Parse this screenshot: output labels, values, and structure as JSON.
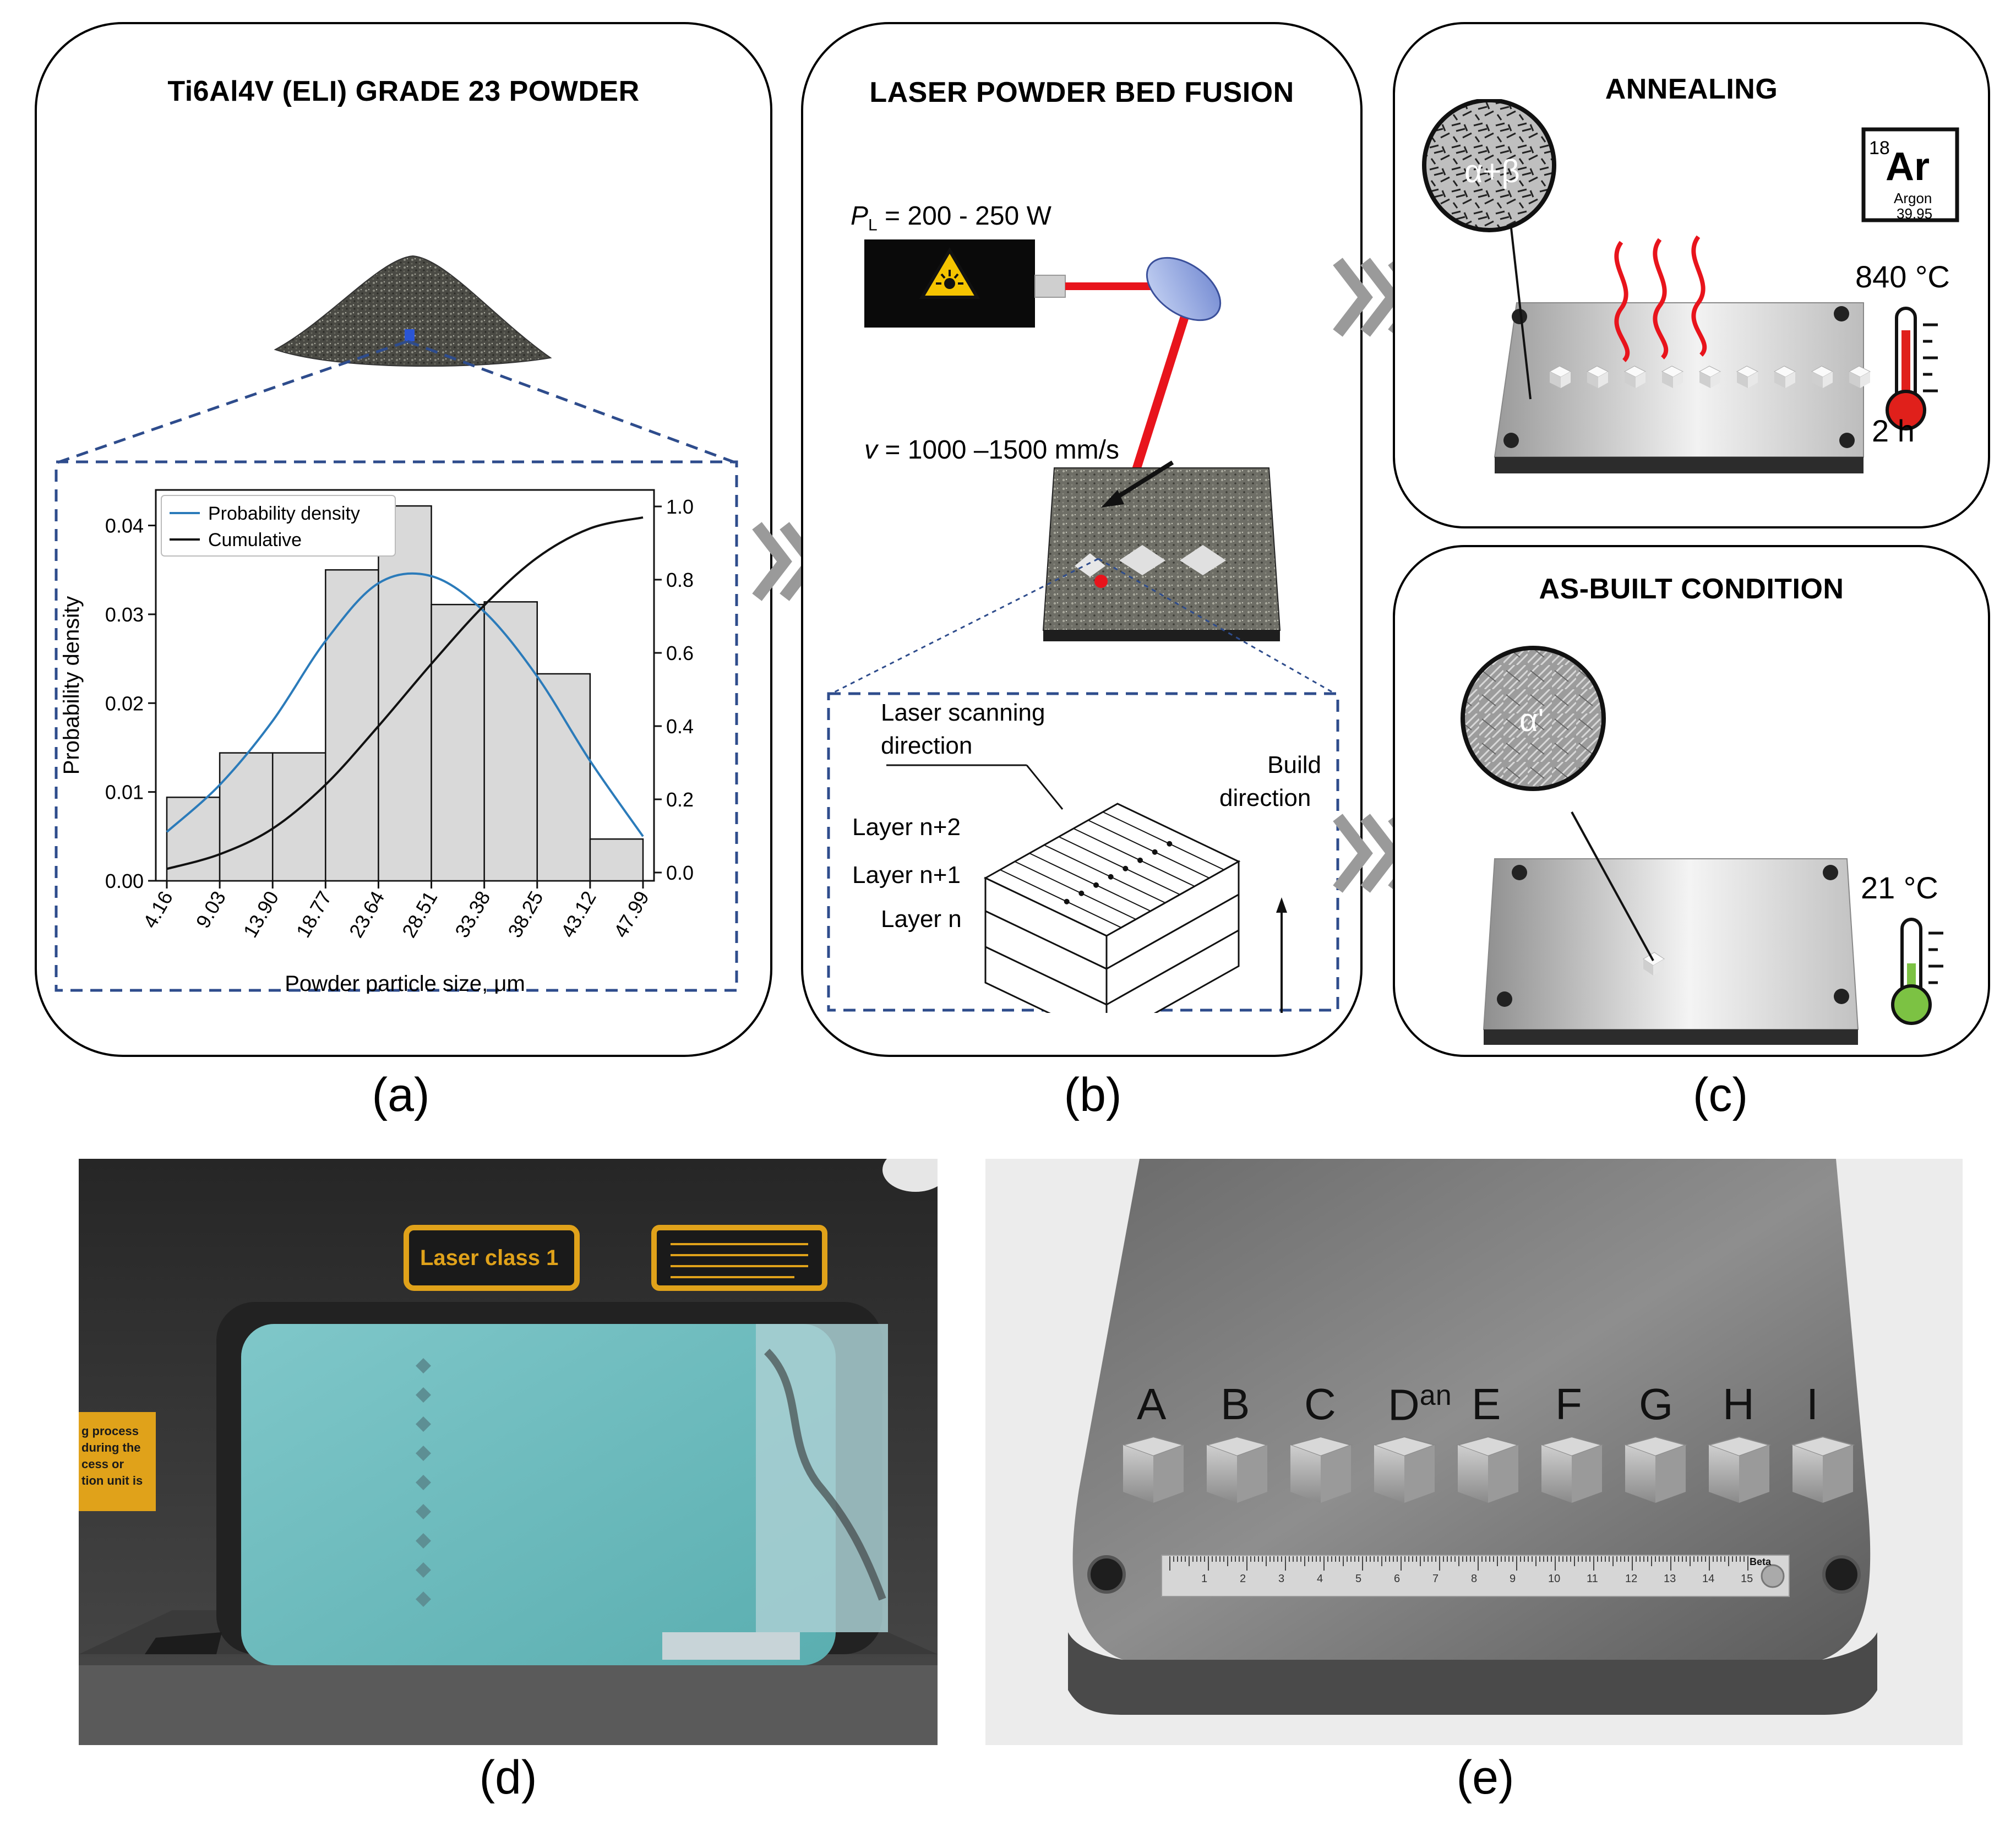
{
  "panel_a": {
    "title": "Ti6Al4V (ELI) GRADE 23 POWDER",
    "label": "(a)"
  },
  "panel_b": {
    "title": "LASER POWDER BED FUSION",
    "label": "(b)",
    "power_symbol": "P",
    "power_subscript": "L",
    "power_text": " = 200 - 250 W",
    "speed_symbol": "v",
    "speed_text": " = 1000 –1500 mm/s",
    "scan_label_line1": "Laser scanning",
    "scan_label_line2": "direction",
    "build_label_line1": "Build",
    "build_label_line2": "direction",
    "layer_top": "Layer n+2",
    "layer_mid": "Layer n+1",
    "layer_bottom": "Layer n"
  },
  "panel_c": {
    "label": "(c)",
    "annealing": {
      "title": "ANNEALING",
      "phase": "α+β",
      "element_number": "18",
      "element_symbol": "Ar",
      "element_name": "Argon",
      "element_mass": "39.95",
      "temperature": "840 °C",
      "duration": "2 h"
    },
    "as_built": {
      "title": "AS-BUILT CONDITION",
      "phase": "α'",
      "temperature": "21 °C"
    }
  },
  "panel_d": {
    "label": "(d)",
    "sign_text": "Laser class 1",
    "side_label_text": [
      "g process",
      "during the",
      "cess or",
      "tion unit is"
    ]
  },
  "panel_e": {
    "label": "(e)",
    "specimens": [
      "A",
      "B",
      "C",
      "D",
      "E",
      "F",
      "G",
      "H",
      "I"
    ],
    "specimen_D_superscript": "an",
    "ruler_numbers": [
      "1",
      "2",
      "3",
      "4",
      "5",
      "6",
      "7",
      "8",
      "9",
      "10",
      "11",
      "12",
      "13",
      "14",
      "15"
    ],
    "ruler_brand": "Beta"
  },
  "colors": {
    "dashed_box": "#2e4c8c",
    "laser_red": "#e8141c",
    "pdf_line": "#2b7bba",
    "hist_fill": "#d9d9d9",
    "chevron_grey": "#9a9a9a",
    "thermo_red": "#e0201b",
    "thermo_green": "#7cc243"
  },
  "chart_data": {
    "type": "bar",
    "categories": [
      "4.16",
      "9.03",
      "13.90",
      "18.77",
      "23.64",
      "28.51",
      "33.38",
      "38.25",
      "43.12",
      "47.99"
    ],
    "bin_edges": [
      4.16,
      9.03,
      13.9,
      18.77,
      23.64,
      28.51,
      33.38,
      38.25,
      43.12,
      47.99
    ],
    "values": [
      0.0094,
      0.0144,
      0.0144,
      0.035,
      0.0422,
      0.0311,
      0.0314,
      0.0233,
      0.0047
    ],
    "series": [
      {
        "name": "Probability density",
        "x": [
          4.16,
          9.03,
          13.9,
          18.77,
          23.64,
          28.51,
          33.38,
          38.25,
          43.12,
          47.99
        ],
        "values": [
          0.0055,
          0.0108,
          0.018,
          0.027,
          0.0335,
          0.0343,
          0.0303,
          0.023,
          0.0135,
          0.005
        ]
      },
      {
        "name": "Cumulative",
        "x": [
          4.16,
          9.03,
          13.9,
          18.77,
          23.64,
          28.51,
          33.38,
          38.25,
          43.12,
          47.99
        ],
        "values": [
          0.01,
          0.05,
          0.12,
          0.24,
          0.4,
          0.57,
          0.73,
          0.86,
          0.94,
          0.97
        ]
      }
    ],
    "xlabel": "Powder particle size, μm",
    "ylabel": "Probability density",
    "ylim": [
      0,
      0.044
    ],
    "y2lim": [
      0,
      1.0
    ],
    "yticks": [
      "0.00",
      "0.01",
      "0.02",
      "0.03",
      "0.04"
    ],
    "y2ticks": [
      "0.0",
      "0.2",
      "0.4",
      "0.6",
      "0.8",
      "1.0"
    ],
    "legend": "top-left"
  }
}
